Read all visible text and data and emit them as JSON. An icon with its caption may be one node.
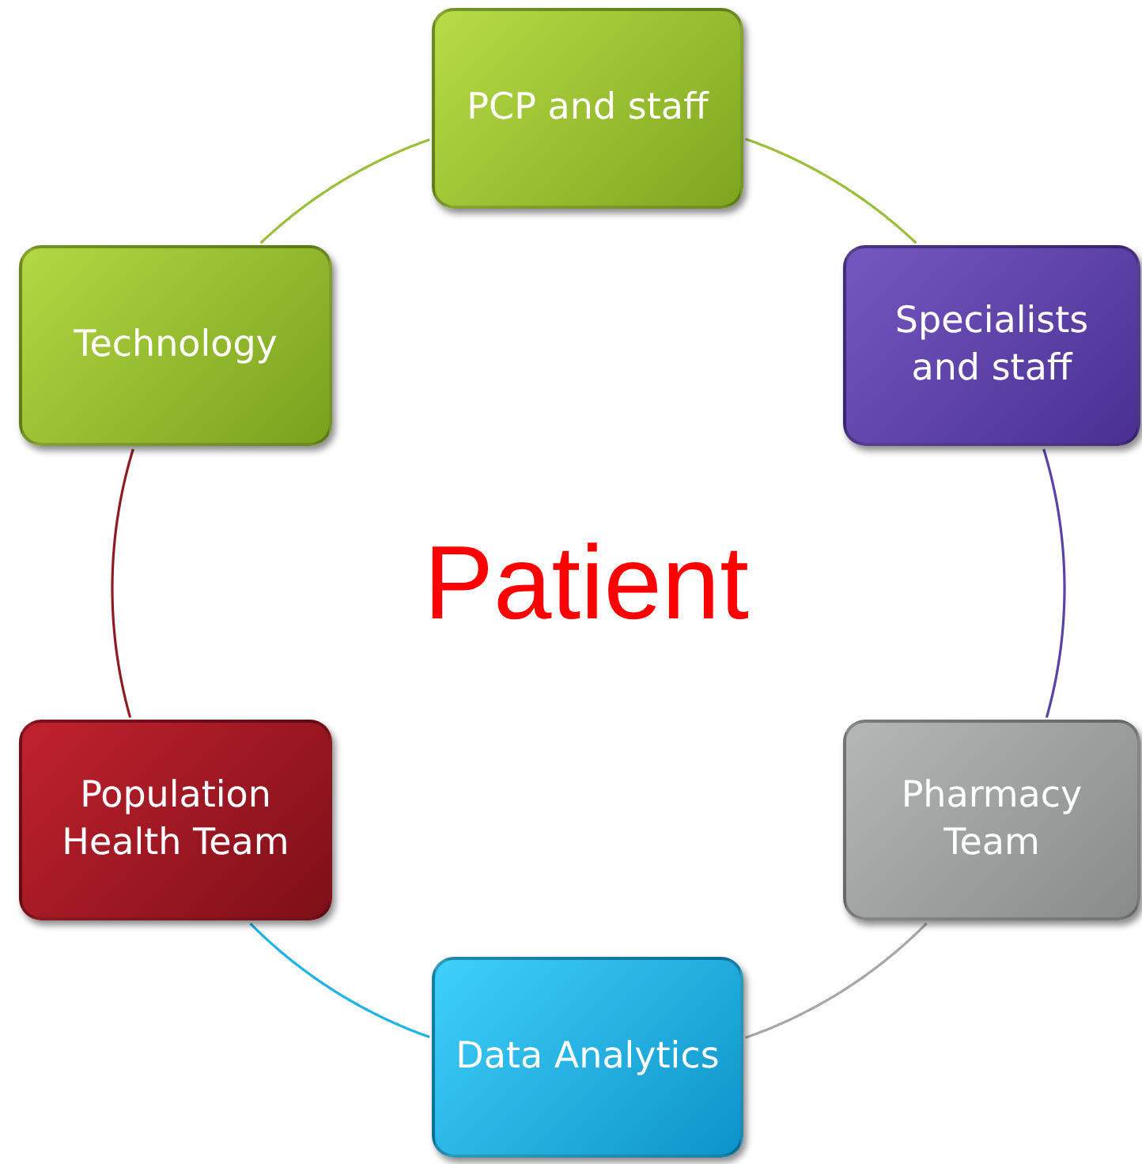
{
  "diagram": {
    "nodes": [
      {
        "text": [
          "PCP and staff"
        ]
      },
      {
        "text": [
          "Specialists and staff"
        ]
      },
      {
        "text": [
          "Pharmacy Team"
        ]
      },
      {
        "text": [
          "Data Analytics"
        ]
      },
      {
        "text": [
          "Population Health Team"
        ]
      },
      {
        "text": [
          "Technology"
        ]
      }
    ],
    "edges": [
      {
        "from": 0,
        "to": 1,
        "arrow": "none",
        "color": "#9bbf3a"
      },
      {
        "from": 1,
        "to": 2,
        "arrow": "none",
        "color": "#5b42a8"
      },
      {
        "from": 2,
        "to": 3,
        "arrow": "none",
        "color": "#a5a8a7"
      },
      {
        "from": 3,
        "to": 4,
        "arrow": "none",
        "color": "#1fb3e6"
      },
      {
        "from": 4,
        "to": 5,
        "arrow": "none",
        "color": "#8e1c22"
      },
      {
        "from": 5,
        "to": 0,
        "arrow": "none",
        "color": "#9bbf3a"
      }
    ],
    "labels": [
      "Patient"
    ]
  }
}
